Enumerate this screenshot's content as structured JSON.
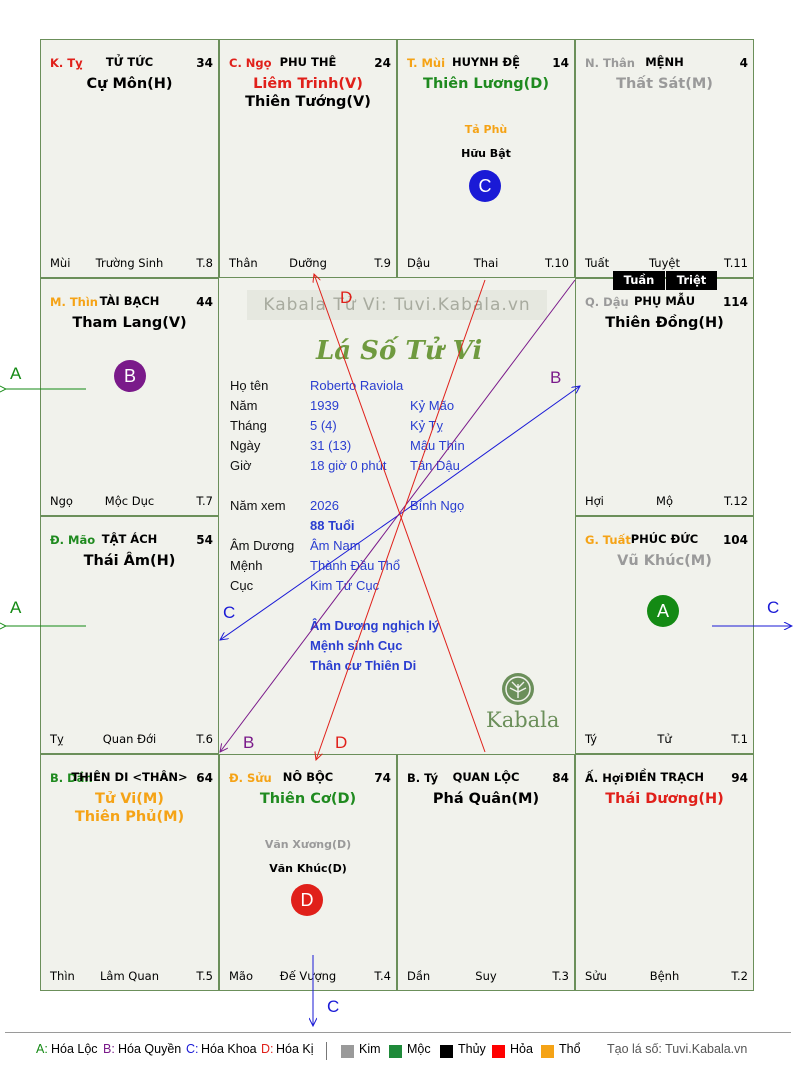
{
  "cells": [
    {
      "id": "ty",
      "branch": "K. Tỵ",
      "branch_color": "#e0201a",
      "house": "TỬ TỨC",
      "num": "34",
      "main1": "Cự Môn(H)",
      "main1_color": "#000000",
      "main2": "",
      "main2_color": "#000000",
      "minor1": "",
      "minor1_color": "#000000",
      "minor2": "",
      "minor2_color": "#000000",
      "bl": "Mùi",
      "bm": "Trường Sinh",
      "br": "T.8"
    },
    {
      "id": "ngo",
      "branch": "C. Ngọ",
      "branch_color": "#e0201a",
      "house": "PHU THÊ",
      "num": "24",
      "main1": "Liêm Trinh(V)",
      "main1_color": "#e0201a",
      "main2": "Thiên Tướng(V)",
      "main2_color": "#000000",
      "minor1": "",
      "minor1_color": "#000000",
      "minor2": "",
      "minor2_color": "#000000",
      "bl": "Thân",
      "bm": "Dưỡng",
      "br": "T.9"
    },
    {
      "id": "mui",
      "branch": "T. Mùi",
      "branch_color": "#f5a316",
      "house": "HUYNH ĐỆ",
      "num": "14",
      "main1": "Thiên Lương(D)",
      "main1_color": "#1f8a1f",
      "main2": "",
      "main2_color": "#000000",
      "minor1": "Tả Phù",
      "minor1_color": "#f5a316",
      "minor2": "Hữu Bật",
      "minor2_color": "#000000",
      "bl": "Dậu",
      "bm": "Thai",
      "br": "T.10"
    },
    {
      "id": "than",
      "branch": "N. Thân",
      "branch_color": "#9a9a9a",
      "house": "MỆNH",
      "num": "4",
      "main1": "Thất Sát(M)",
      "main1_color": "#9a9a9a",
      "main2": "",
      "main2_color": "#000000",
      "minor1": "",
      "minor1_color": "#000000",
      "minor2": "",
      "minor2_color": "#000000",
      "bl": "Tuất",
      "bm": "Tuyệt",
      "br": "T.11"
    },
    {
      "id": "thin",
      "branch": "M. Thìn",
      "branch_color": "#f5a316",
      "house": "TÀI BẠCH",
      "num": "44",
      "main1": "Tham Lang(V)",
      "main1_color": "#000000",
      "main2": "",
      "main2_color": "#000000",
      "minor1": "",
      "minor1_color": "#000000",
      "minor2": "",
      "minor2_color": "#000000",
      "bl": "Ngọ",
      "bm": "Mộc Dục",
      "br": "T.7"
    },
    {
      "id": "dau",
      "branch": "Q. Dậu",
      "branch_color": "#9a9a9a",
      "house": "PHỤ MẪU",
      "num": "114",
      "main1": "Thiên Đồng(H)",
      "main1_color": "#000000",
      "main2": "",
      "main2_color": "#000000",
      "minor1": "",
      "minor1_color": "#000000",
      "minor2": "",
      "minor2_color": "#000000",
      "bl": "Hợi",
      "bm": "Mộ",
      "br": "T.12"
    },
    {
      "id": "mao",
      "branch": "Đ. Mão",
      "branch_color": "#1f8a1f",
      "house": "TẬT ÁCH",
      "num": "54",
      "main1": "Thái Âm(H)",
      "main1_color": "#000000",
      "main2": "",
      "main2_color": "#000000",
      "minor1": "",
      "minor1_color": "#000000",
      "minor2": "",
      "minor2_color": "#000000",
      "bl": "Tỵ",
      "bm": "Quan Đới",
      "br": "T.6"
    },
    {
      "id": "tuat",
      "branch": "G. Tuất",
      "branch_color": "#f5a316",
      "house": "PHÚC ĐỨC",
      "num": "104",
      "main1": "Vũ Khúc(M)",
      "main1_color": "#9a9a9a",
      "main2": "",
      "main2_color": "#000000",
      "minor1": "",
      "minor1_color": "#000000",
      "minor2": "",
      "minor2_color": "#000000",
      "bl": "Tý",
      "bm": "Tử",
      "br": "T.1"
    },
    {
      "id": "dan",
      "branch": "B. Dần",
      "branch_color": "#1f8a1f",
      "house": "THIÊN DI <THÂN>",
      "num": "64",
      "main1": "Tử Vi(M)",
      "main1_color": "#f5a316",
      "main2": "Thiên Phủ(M)",
      "main2_color": "#f5a316",
      "minor1": "",
      "minor1_color": "#000000",
      "minor2": "",
      "minor2_color": "#000000",
      "bl": "Thìn",
      "bm": "Lâm Quan",
      "br": "T.5"
    },
    {
      "id": "suu",
      "branch": "Đ. Sửu",
      "branch_color": "#f5a316",
      "house": "NÔ BỘC",
      "num": "74",
      "main1": "Thiên Cơ(D)",
      "main1_color": "#1f8a1f",
      "main2": "",
      "main2_color": "#000000",
      "minor1": "Văn Xương(D)",
      "minor1_color": "#9a9a9a",
      "minor2": "Văn Khúc(D)",
      "minor2_color": "#000000",
      "bl": "Mão",
      "bm": "Đế Vượng",
      "br": "T.4"
    },
    {
      "id": "ty2",
      "branch": "B. Tý",
      "branch_color": "#000000",
      "house": "QUAN LỘC",
      "num": "84",
      "main1": "Phá Quân(M)",
      "main1_color": "#000000",
      "main2": "",
      "main2_color": "#000000",
      "minor1": "",
      "minor1_color": "#000000",
      "minor2": "",
      "minor2_color": "#000000",
      "bl": "Dần",
      "bm": "Suy",
      "br": "T.3"
    },
    {
      "id": "hoi",
      "branch": "Ấ. Hợi",
      "branch_color": "#000000",
      "house": "ĐIỀN TRẠCH",
      "num": "94",
      "main1": "Thái Dương(H)",
      "main1_color": "#e0201a",
      "main2": "",
      "main2_color": "#000000",
      "minor1": "",
      "minor1_color": "#000000",
      "minor2": "",
      "minor2_color": "#000000",
      "bl": "Sửu",
      "bm": "Bệnh",
      "br": "T.2"
    }
  ],
  "badges": {
    "tuan": "Tuần",
    "triet": "Triệt",
    "circle_c": {
      "letter": "C",
      "color": "#1a1ad6"
    },
    "circle_b": {
      "letter": "B",
      "color": "#7a1a8a"
    },
    "circle_a": {
      "letter": "A",
      "color": "#148a14"
    },
    "circle_d": {
      "letter": "D",
      "color": "#e0201a"
    }
  },
  "center": {
    "watermark": "Kabala Tử Vi: Tuvi.Kabala.vn",
    "brand": "Lá Số Tử Vi",
    "logo_text": "Kabala",
    "ho_ten_label": "Họ tên",
    "ho_ten": "Roberto Raviola",
    "nam_label": "Năm",
    "nam": "1939",
    "nam_can": "Kỷ Mão",
    "thang_label": "Tháng",
    "thang": "5  (4)",
    "thang_can": "Kỷ Tỵ",
    "ngay_label": "Ngày",
    "ngay": "31  (13)",
    "ngay_can": "Mậu Thìn",
    "gio_label": "Giờ",
    "gio": "18 giờ 0 phút",
    "gio_can": "Tân Dậu",
    "nam_xem_label": "Năm xem",
    "nam_xem": "2026",
    "nam_xem_can": "Bính Ngọ",
    "tuoi": "88 Tuổi",
    "am_duong_label": "Âm Dương",
    "am_duong": "Âm Nam",
    "menh_label": "Mệnh",
    "menh": "Thành Đầu Thổ",
    "cuc_label": "Cục",
    "cuc": "Kim Tứ Cục",
    "note1": "Âm Dương nghịch lý",
    "note2": "Mệnh sinh Cục",
    "note3": "Thân cư Thiên Di"
  },
  "arrow_letters": {
    "a_left1": "A",
    "a_left2": "A",
    "b_top": "B",
    "b_bottom": "B",
    "c_center": "C",
    "c_right": "C",
    "c_bottom": "C",
    "d_top": "D",
    "d_bottom": "D"
  },
  "legend": {
    "a_key": "A:",
    "a_text": "Hóa Lộc",
    "b_key": "B:",
    "b_text": "Hóa Quyền",
    "c_key": "C:",
    "c_text": "Hóa Khoa",
    "d_key": "D:",
    "d_text": "Hóa Kị",
    "kim": "Kim",
    "moc": "Mộc",
    "thuy": "Thủy",
    "hoa": "Hỏa",
    "tho": "Thổ",
    "kim_color": "#9a9a9a",
    "moc_color": "#1f8a3a",
    "thuy_color": "#000000",
    "hoa_color": "#ff0000",
    "tho_color": "#f5a316",
    "site": "Tạo lá số: Tuvi.Kabala.vn"
  }
}
